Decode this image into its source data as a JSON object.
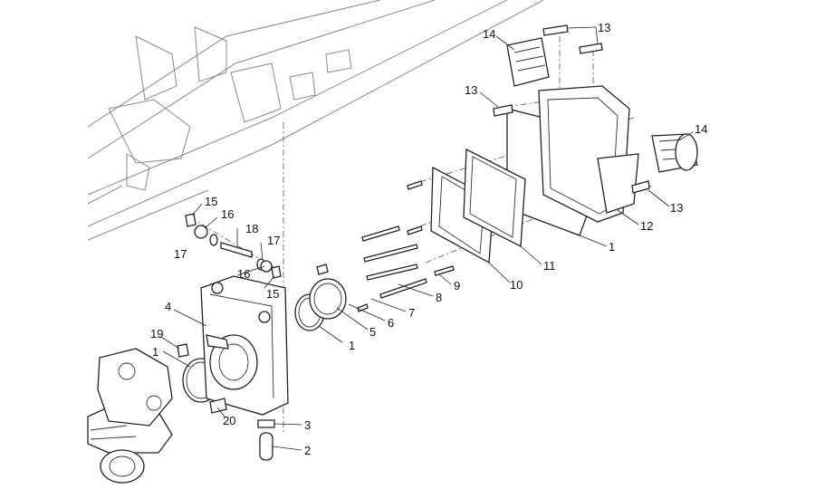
{
  "labels": [
    {
      "id": "1a",
      "text": "1"
    },
    {
      "id": "1b",
      "text": "1"
    },
    {
      "id": "1c",
      "text": "1"
    },
    {
      "id": "2",
      "text": "2"
    },
    {
      "id": "3",
      "text": "3"
    },
    {
      "id": "4",
      "text": "4"
    },
    {
      "id": "5",
      "text": "5"
    },
    {
      "id": "6",
      "text": "6"
    },
    {
      "id": "7",
      "text": "7"
    },
    {
      "id": "8",
      "text": "8"
    },
    {
      "id": "9",
      "text": "9"
    },
    {
      "id": "10",
      "text": "10"
    },
    {
      "id": "11",
      "text": "11"
    },
    {
      "id": "12",
      "text": "12"
    },
    {
      "id": "13a",
      "text": "13"
    },
    {
      "id": "13b",
      "text": "13"
    },
    {
      "id": "13c",
      "text": "13"
    },
    {
      "id": "14a",
      "text": "14"
    },
    {
      "id": "14b",
      "text": "14"
    },
    {
      "id": "15a",
      "text": "15"
    },
    {
      "id": "15b",
      "text": "15"
    },
    {
      "id": "16a",
      "text": "16"
    },
    {
      "id": "16b",
      "text": "16"
    },
    {
      "id": "17a",
      "text": "17"
    },
    {
      "id": "17b",
      "text": "17"
    },
    {
      "id": "18",
      "text": "18"
    },
    {
      "id": "19",
      "text": "19"
    },
    {
      "id": "20",
      "text": "20"
    }
  ]
}
